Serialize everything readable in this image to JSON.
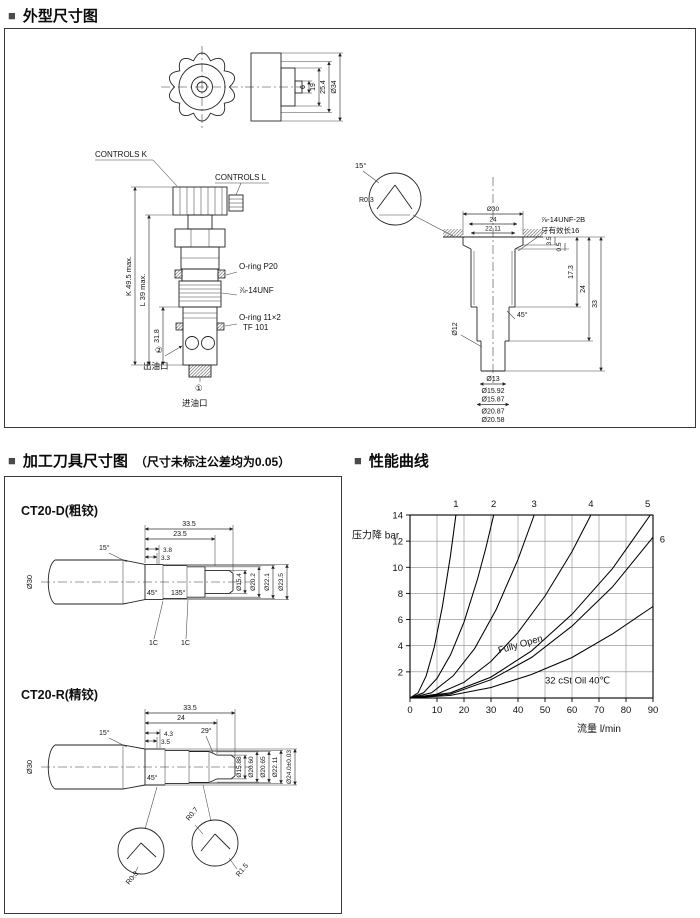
{
  "sections": {
    "outline": {
      "bullet": "■",
      "title": "外型尺寸图"
    },
    "tools": {
      "bullet": "■",
      "title": "加工刀具尺寸图",
      "subtitle": "（尺寸未标注公差均为0.05）"
    },
    "performance": {
      "bullet": "■",
      "title": "性能曲线"
    }
  },
  "outline": {
    "knob": {
      "d6": "6",
      "d19": "19",
      "d254": "25.4",
      "d34": "Ø34"
    },
    "valve": {
      "controls_k": "CONTROLS K",
      "controls_l": "CONTROLS L",
      "k_max": "K 49.5 max.",
      "l_max": "L 39 max.",
      "h318": "31.8",
      "oring_p20": "O-ring P20",
      "thread": "⅞-14UNF",
      "oring_11x2": "O-ring 11×2",
      "tf101": "TF 101",
      "port2_num": "②",
      "port2": "出油口",
      "port1_num": "①",
      "port1": "进油口"
    },
    "cavity": {
      "angle15": "15°",
      "r03": "R0.3",
      "d30": "Ø30",
      "w24": "24",
      "w2211": "22.11",
      "thread": "⅞-14UNF-2B",
      "thread_note": "牙有效长16",
      "h35": "3.5",
      "h05": "0.5",
      "h173": "17.3",
      "h24": "24",
      "h33": "33",
      "angle45": "45°",
      "d12": "Ø12",
      "d13": "Ø13",
      "d1592": "Ø15.92",
      "d1587": "Ø15.87",
      "d2087": "Ø20.87",
      "d2058": "Ø20.58"
    }
  },
  "tools": {
    "ct20d": {
      "name": "CT20-D(粗铰)",
      "w335": "33.5",
      "w235": "23.5",
      "w38": "3.8",
      "w33": "3.3",
      "a15": "15°",
      "a45": "45°",
      "a135": "135°",
      "d30": "Ø30",
      "d154": "Ø15.4",
      "d202": "Ø20.2",
      "d221": "Ø22.1",
      "d235": "Ø23.5",
      "c1a": "1C",
      "c1b": "1C"
    },
    "ct20r": {
      "name": "CT20-R(精铰)",
      "w335": "33.5",
      "w24": "24",
      "w43": "4.3",
      "w35": "3.5",
      "a29": "29°",
      "a15": "15°",
      "a45": "45°",
      "d30": "Ø30",
      "d1588": "Ø15.88",
      "d2060": "Ø20.60",
      "d2065": "Ø20.65",
      "d2211": "Ø22.11",
      "d240": "Ø24.0±0.03",
      "r03": "R0.3",
      "r07": "R0.7",
      "r15": "R1.5"
    }
  },
  "chart_data": {
    "type": "line",
    "title": "",
    "xlabel": "流量 l/min",
    "ylabel": "压力降 bar",
    "xlim": [
      0,
      90
    ],
    "ylim": [
      0,
      14
    ],
    "xticks": [
      0,
      10,
      20,
      30,
      40,
      50,
      60,
      70,
      80,
      90
    ],
    "yticks": [
      2,
      4,
      6,
      8,
      10,
      12,
      14
    ],
    "grid": true,
    "legend": "none",
    "note": "curve labels 1-6 are valve adjustment settings",
    "series": [
      {
        "name": "1",
        "label_at": [
          17,
          14.6
        ],
        "points": [
          [
            0,
            0
          ],
          [
            3,
            0.4
          ],
          [
            6,
            1.7
          ],
          [
            9,
            3.9
          ],
          [
            12,
            7.0
          ],
          [
            15,
            10.9
          ],
          [
            17,
            14
          ]
        ]
      },
      {
        "name": "2",
        "label_at": [
          31,
          14.6
        ],
        "points": [
          [
            0,
            0
          ],
          [
            5,
            0.4
          ],
          [
            10,
            1.5
          ],
          [
            15,
            3.3
          ],
          [
            20,
            5.8
          ],
          [
            25,
            9.1
          ],
          [
            28,
            11.4
          ],
          [
            31,
            14
          ]
        ]
      },
      {
        "name": "3",
        "label_at": [
          46,
          14.6
        ],
        "points": [
          [
            0,
            0
          ],
          [
            8,
            0.4
          ],
          [
            16,
            1.7
          ],
          [
            24,
            3.8
          ],
          [
            32,
            6.8
          ],
          [
            40,
            10.6
          ],
          [
            46,
            14
          ]
        ]
      },
      {
        "name": "4",
        "label_at": [
          67,
          14.6
        ],
        "points": [
          [
            0,
            0
          ],
          [
            10,
            0.3
          ],
          [
            20,
            1.2
          ],
          [
            30,
            2.8
          ],
          [
            40,
            5.0
          ],
          [
            50,
            7.8
          ],
          [
            60,
            11.2
          ],
          [
            67,
            14
          ]
        ]
      },
      {
        "name": "5",
        "label_at": [
          88,
          14.6
        ],
        "points": [
          [
            0,
            0
          ],
          [
            15,
            0.4
          ],
          [
            30,
            1.6
          ],
          [
            45,
            3.6
          ],
          [
            60,
            6.4
          ],
          [
            75,
            9.9
          ],
          [
            89,
            14
          ]
        ]
      },
      {
        "name": "6",
        "label_at": [
          93.5,
          11.9
        ],
        "points": [
          [
            0,
            0
          ],
          [
            15,
            0.3
          ],
          [
            30,
            1.4
          ],
          [
            45,
            3.1
          ],
          [
            60,
            5.5
          ],
          [
            75,
            8.5
          ],
          [
            90,
            12.3
          ]
        ]
      },
      {
        "name": "Fully Open",
        "label_at": null,
        "points": [
          [
            0,
            0
          ],
          [
            15,
            0.2
          ],
          [
            30,
            0.8
          ],
          [
            45,
            1.8
          ],
          [
            60,
            3.1
          ],
          [
            75,
            4.9
          ],
          [
            90,
            7.0
          ]
        ]
      }
    ],
    "annotations": [
      {
        "text": "Fully Open",
        "x": 33,
        "y": 3.4,
        "rotate": -16
      },
      {
        "text": "32 cSt Oil 40℃",
        "x": 50,
        "y": 1.1,
        "rotate": 0
      }
    ]
  }
}
